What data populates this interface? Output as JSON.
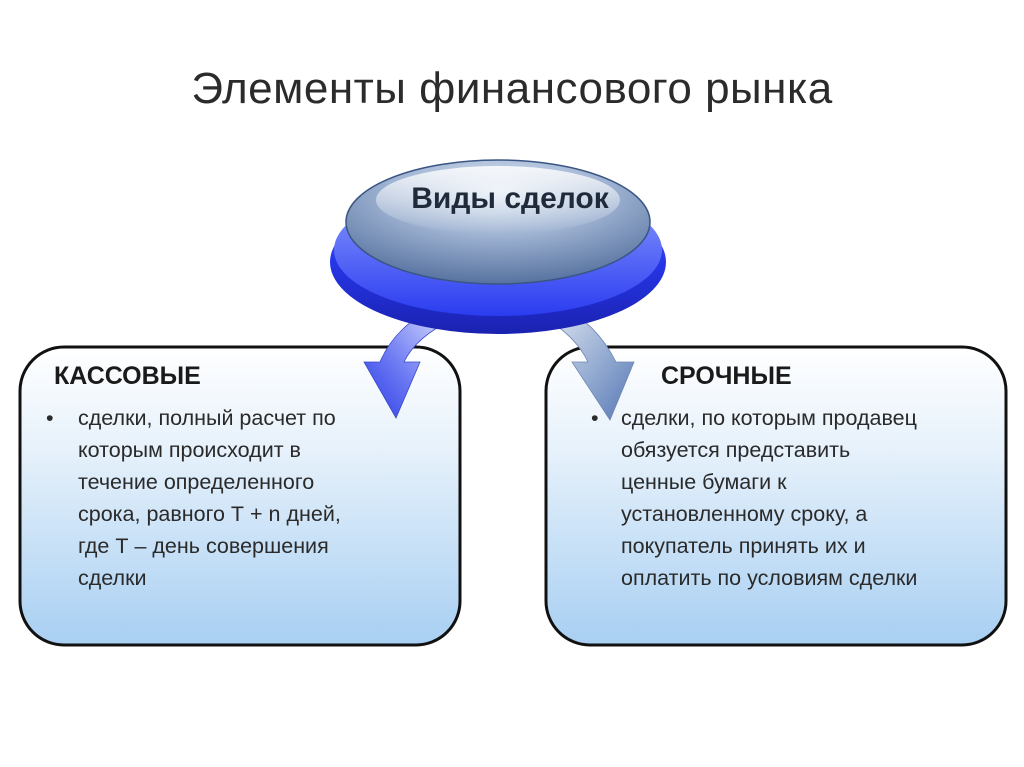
{
  "slide": {
    "title": "Элементы финансового рынка"
  },
  "diagram": {
    "center": {
      "label": "Виды сделок"
    },
    "left_box": {
      "heading": "КАССОВЫЕ",
      "bullet": "•",
      "lines": [
        "сделки, полный расчет по",
        "которым происходит в",
        "течение определенного",
        "срока, равного Т + n дней,",
        "где Т – день совершения",
        "сделки"
      ]
    },
    "right_box": {
      "heading": "СРОЧНЫЕ",
      "bullet": "•",
      "lines": [
        "сделки, по которым продавец",
        "обязуется представить",
        "ценные бумаги к",
        "установленному сроку, а",
        "покупатель принять их и",
        "оплатить по условиям сделки"
      ]
    },
    "colors": {
      "box_fill_top": "#ffffff",
      "box_fill_bottom": "#a9d0f3",
      "box_stroke": "#111111",
      "disc_top": "#c5d3e6",
      "disc_mid": "#6f8cb8",
      "rim": "#2333e6"
    }
  }
}
